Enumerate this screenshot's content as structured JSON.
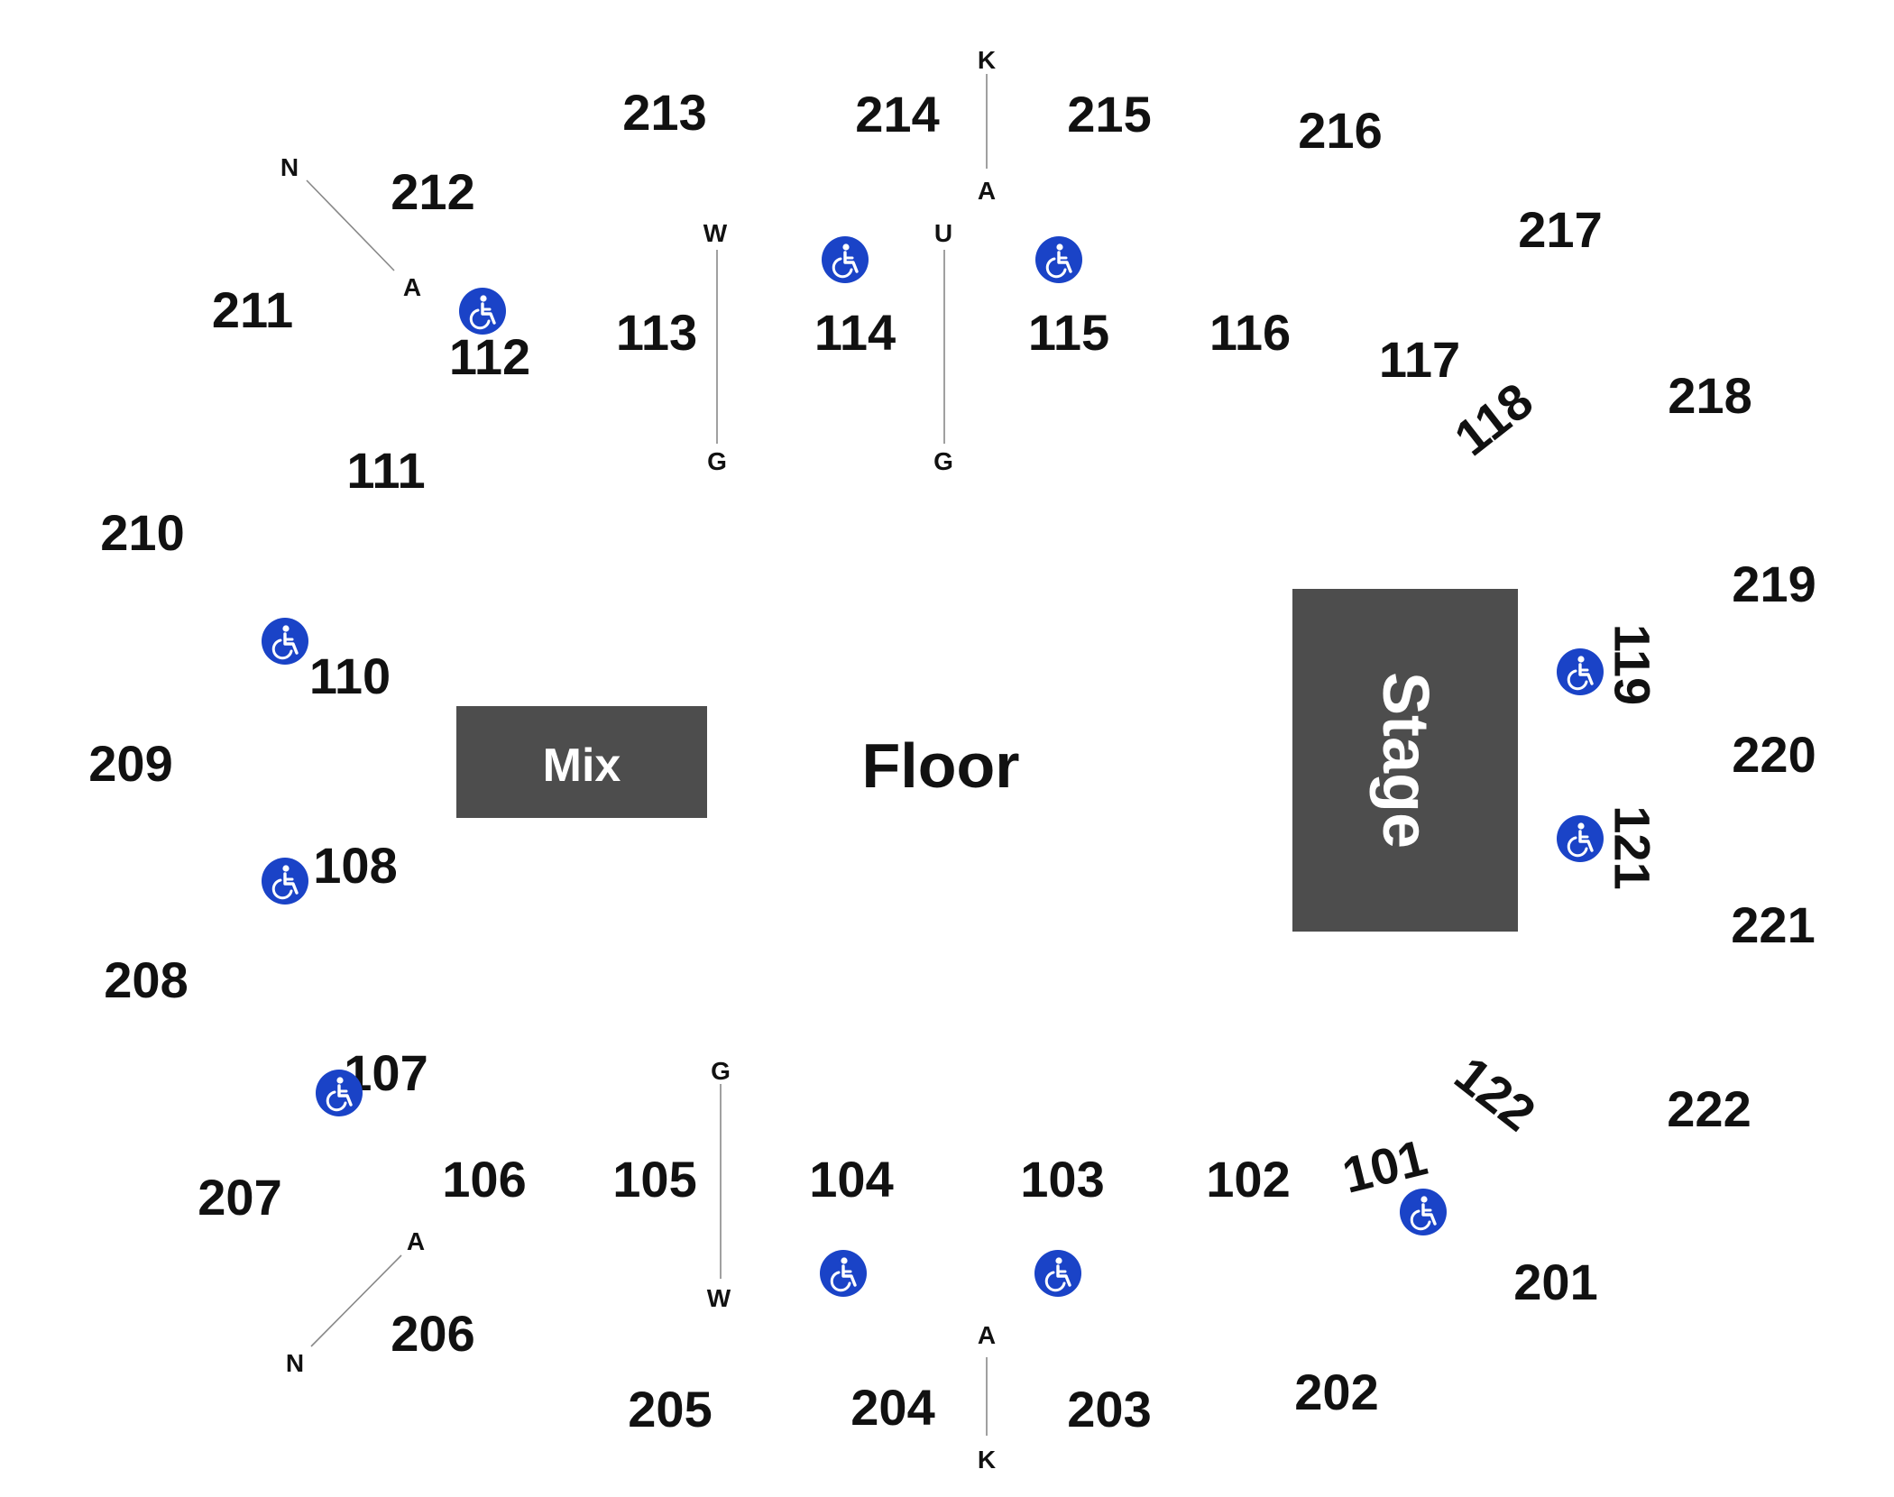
{
  "floor": {
    "label": "Floor"
  },
  "mix": {
    "label": "Mix"
  },
  "stage": {
    "label": "Stage"
  },
  "colors": {
    "box_fill": "#4d4d4d",
    "accessible_fill": "#1a43c7",
    "text": "#111111",
    "row_line": "#888888"
  },
  "accessible_icon": "wheelchair-icon",
  "sections": [
    "213",
    "214",
    "215",
    "216",
    "212",
    "217",
    "211",
    "112",
    "113",
    "114",
    "115",
    "116",
    "117",
    "118",
    "218",
    "111",
    "210",
    "219",
    "110",
    "119",
    "209",
    "220",
    "108",
    "121",
    "221",
    "208",
    "107",
    "122",
    "222",
    "207",
    "106",
    "105",
    "104",
    "103",
    "102",
    "101",
    "201",
    "206",
    "205",
    "204",
    "203",
    "202"
  ],
  "row_markers": [
    "K",
    "A",
    "N",
    "A",
    "W",
    "G",
    "U",
    "G",
    "G",
    "W",
    "A",
    "N",
    "A",
    "K"
  ]
}
